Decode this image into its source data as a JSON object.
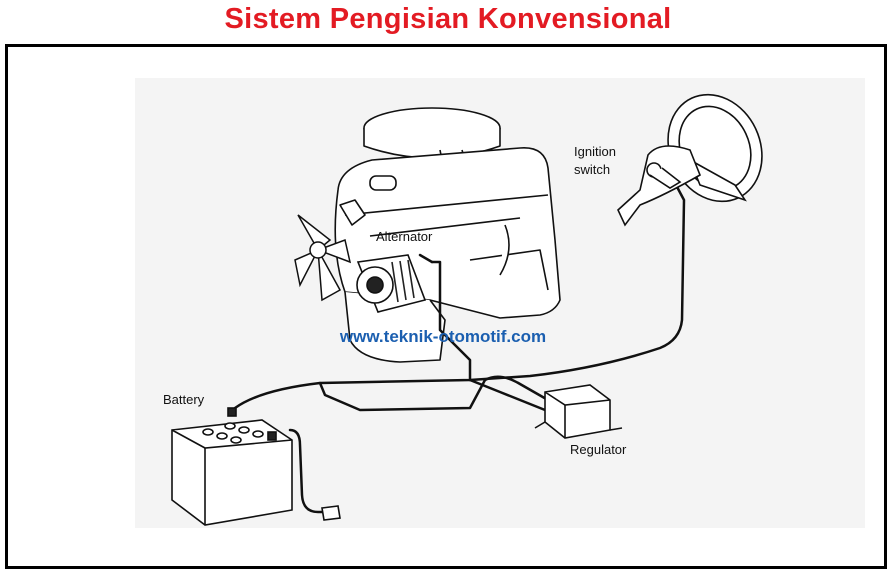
{
  "title": "Sistem Pengisian Konvensional",
  "labels": {
    "alternator": "Alternator",
    "ignition_line1": "Ignition",
    "ignition_line2": "switch",
    "battery": "Battery",
    "regulator": "Regulator"
  },
  "watermark": "www.teknik-otomotif.com",
  "colors": {
    "title": "#e31b23",
    "watermark": "#1b5fb0",
    "frame": "#000000"
  }
}
